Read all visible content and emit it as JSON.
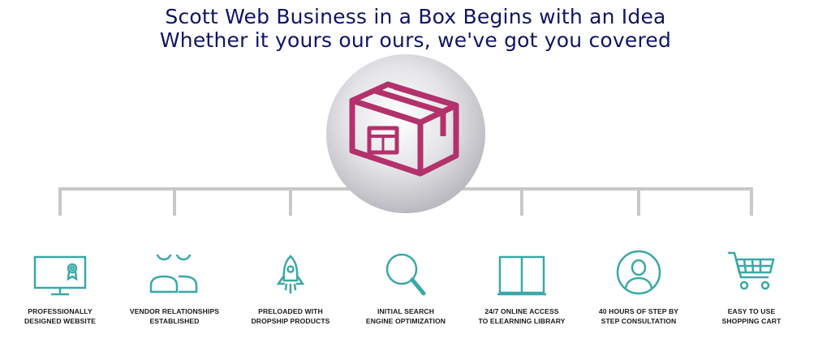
{
  "header": {
    "line1": "Scott Web Business in a Box Begins with an Idea",
    "line2": "Whether it yours our ours, we've got you covered"
  },
  "colors": {
    "title": "#0f1566",
    "icon": "#3aa8a8",
    "box": "#b3326b",
    "connector": "#c8c8c8",
    "circle": "#d6d6da"
  },
  "center": {
    "icon": "storefront-box-icon"
  },
  "features": [
    {
      "icon": "monitor-certificate-icon",
      "line1": "PROFESSIONALLY",
      "line2": "DESIGNED WEBSITE"
    },
    {
      "icon": "users-icon",
      "line1": "VENDOR RELATIONSHIPS",
      "line2": "ESTABLISHED"
    },
    {
      "icon": "rocket-icon",
      "line1": "PRELOADED WITH",
      "line2": "DROPSHIP PRODUCTS"
    },
    {
      "icon": "magnifier-icon",
      "line1": "INITIAL SEARCH",
      "line2": "ENGINE OPTIMIZATION"
    },
    {
      "icon": "book-icon",
      "line1": "24/7 ONLINE ACCESS",
      "line2": "TO ELEARNING LIBRARY"
    },
    {
      "icon": "user-circle-icon",
      "line1": "40 HOURS OF STEP BY",
      "line2": "STEP CONSULTATION"
    },
    {
      "icon": "shopping-cart-icon",
      "line1": "EASY TO USE",
      "line2": "SHOPPING CART"
    }
  ]
}
